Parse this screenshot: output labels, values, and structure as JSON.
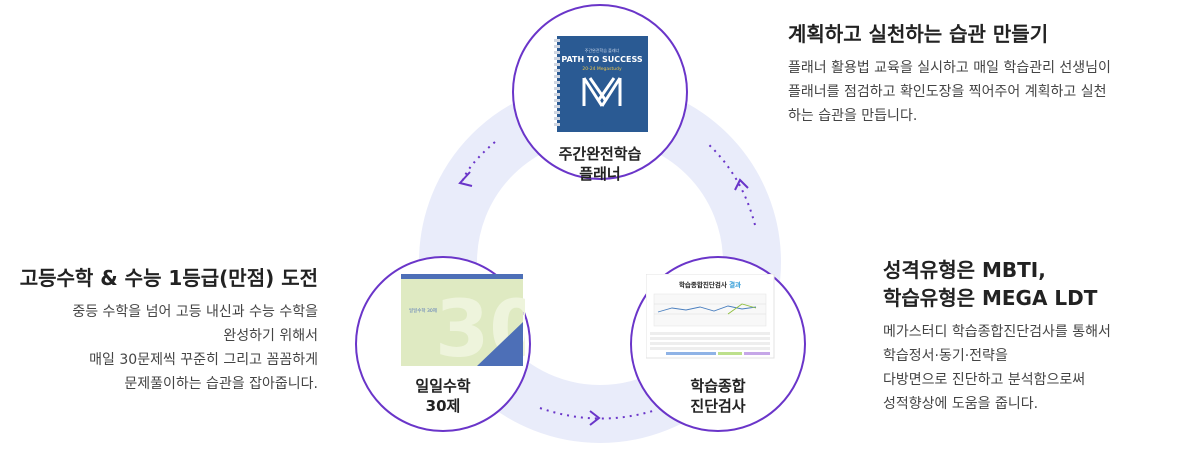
{
  "nodes": {
    "top": {
      "label": "주간완전학습\n플래너",
      "book_small": "주간완전학습 플래너",
      "book_title": "PATH TO SUCCESS",
      "book_sub": "20-24 Megastudy",
      "book_mark": "M"
    },
    "bottom_left": {
      "label": "일일수학\n30제",
      "cover_number": "30",
      "cover_caption": "일일수학 30제"
    },
    "bottom_right": {
      "label": "학습종합\n진단검사",
      "report_title": "학습종합진단검사 ",
      "report_title_accent": "결과"
    }
  },
  "blocks": {
    "top_right": {
      "title": "계획하고 실천하는 습관 만들기",
      "body": "플래너 활용법 교육을 실시하고 매일 학습관리 선생님이\n플래너를 점검하고 확인도장을 찍어주어 계획하고 실천\n하는 습관을 만듭니다."
    },
    "left": {
      "title": "고등수학 & 수능 1등급(만점) 도전",
      "body": "중등 수학을 넘어 고등 내신과 수능 수학을\n완성하기 위해서\n매일 30문제씩 꾸준히 그리고 꼼꼼하게\n문제풀이하는 습관을 잡아줍니다."
    },
    "bottom_right": {
      "title": "성격유형은 MBTI,\n학습유형은 MEGA LDT",
      "body": "메가스터디 학습종합진단검사를 통해서\n학습정서·동기·전략을\n다방면으로 진단하고 분석함으로써\n성적향상에 도움을 줍니다."
    }
  },
  "colors": {
    "ring": "#e9ecfa",
    "accent": "#6a35c9",
    "planner_cover": "#2a5a93",
    "workbook_cover": "#dfeac2"
  }
}
